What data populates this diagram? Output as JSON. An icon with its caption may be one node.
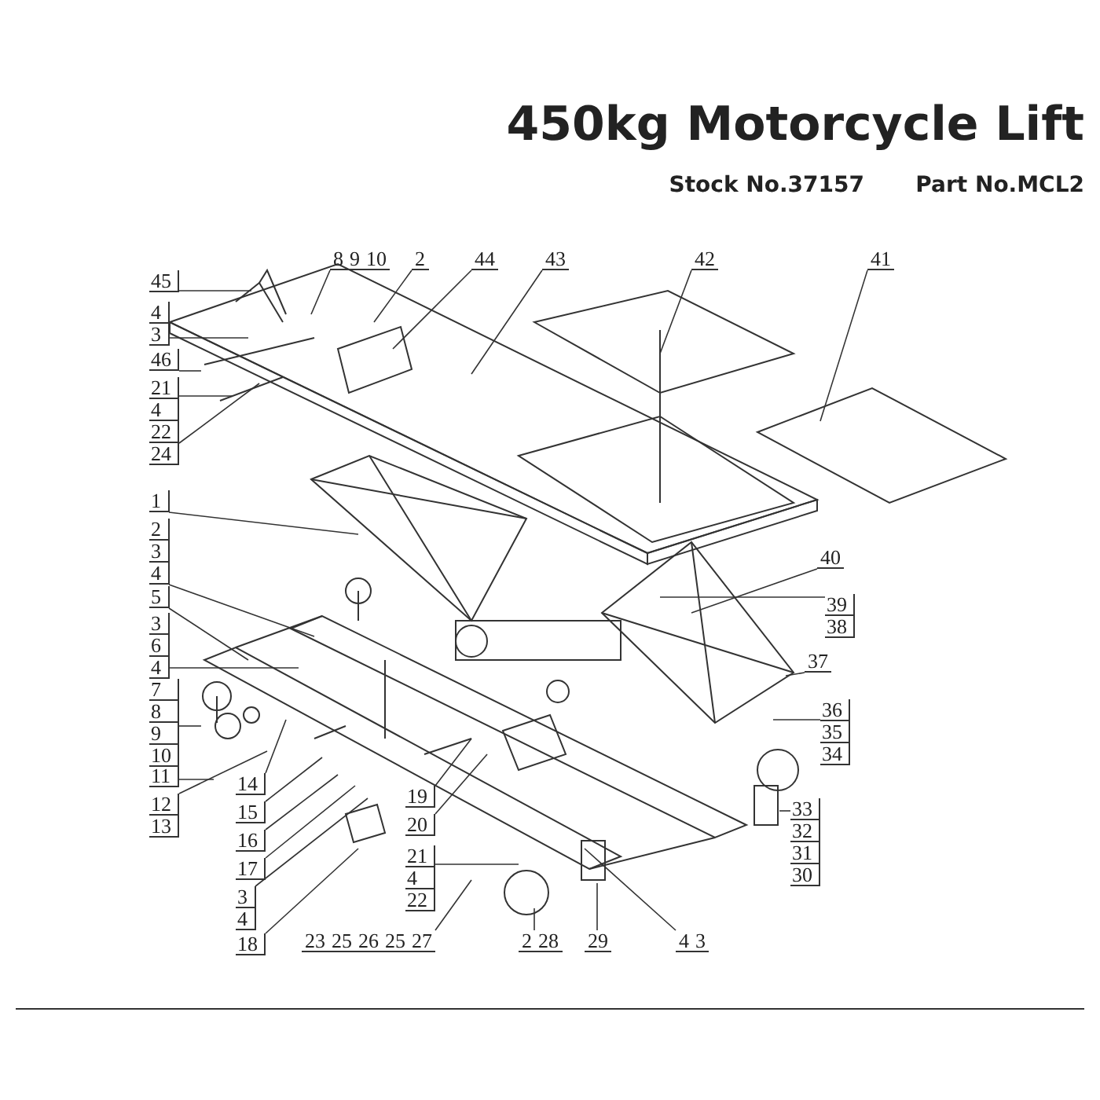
{
  "diagram": {
    "title": "450kg Motorcycle Lift",
    "nodes": [
      {
        "text": [
          "45"
        ]
      },
      {
        "text": [
          "4",
          "3"
        ]
      },
      {
        "text": [
          "46"
        ]
      },
      {
        "text": [
          "21",
          "4",
          "22"
        ]
      },
      {
        "text": [
          "24"
        ]
      },
      {
        "text": [
          "8",
          "9",
          "10"
        ]
      },
      {
        "text": [
          "2"
        ]
      },
      {
        "text": [
          "44"
        ]
      },
      {
        "text": [
          "43"
        ]
      },
      {
        "text": [
          "42"
        ]
      },
      {
        "text": [
          "41"
        ]
      },
      {
        "text": [
          "1"
        ]
      },
      {
        "text": [
          "2",
          "3",
          "4"
        ]
      },
      {
        "text": [
          "5"
        ]
      },
      {
        "text": [
          "3",
          "6",
          "4"
        ]
      },
      {
        "text": [
          "7",
          "8",
          "9",
          "10"
        ]
      },
      {
        "text": [
          "11"
        ]
      },
      {
        "text": [
          "12",
          "13"
        ]
      },
      {
        "text": [
          "14"
        ]
      },
      {
        "text": [
          "15"
        ]
      },
      {
        "text": [
          "16"
        ]
      },
      {
        "text": [
          "17"
        ]
      },
      {
        "text": [
          "3",
          "4"
        ]
      },
      {
        "text": [
          "18"
        ]
      },
      {
        "text": [
          "19"
        ]
      },
      {
        "text": [
          "20"
        ]
      },
      {
        "text": [
          "21",
          "4",
          "22"
        ]
      },
      {
        "text": [
          "23",
          "25",
          "26",
          "25",
          "27"
        ]
      },
      {
        "text": [
          "2",
          "28"
        ]
      },
      {
        "text": [
          "29"
        ]
      },
      {
        "text": [
          "4",
          "3"
        ]
      },
      {
        "text": [
          "33",
          "32",
          "31",
          "30"
        ]
      },
      {
        "text": [
          "36",
          "35",
          "34"
        ]
      },
      {
        "text": [
          "37"
        ]
      },
      {
        "text": [
          "39",
          "38"
        ]
      },
      {
        "text": [
          "40"
        ]
      }
    ],
    "edges": [
      {
        "from": 0,
        "to": null,
        "arrow": "none"
      },
      {
        "from": 1,
        "to": null,
        "arrow": "none"
      },
      {
        "from": 2,
        "to": null,
        "arrow": "none"
      },
      {
        "from": 3,
        "to": null,
        "arrow": "none"
      },
      {
        "from": 4,
        "to": null,
        "arrow": "none"
      },
      {
        "from": 5,
        "to": null,
        "arrow": "none"
      },
      {
        "from": 6,
        "to": null,
        "arrow": "none"
      },
      {
        "from": 7,
        "to": null,
        "arrow": "none"
      },
      {
        "from": 8,
        "to": null,
        "arrow": "none"
      },
      {
        "from": 9,
        "to": null,
        "arrow": "none"
      },
      {
        "from": 10,
        "to": null,
        "arrow": "none"
      },
      {
        "from": 11,
        "to": null,
        "arrow": "none"
      },
      {
        "from": 12,
        "to": null,
        "arrow": "none"
      },
      {
        "from": 13,
        "to": null,
        "arrow": "none"
      },
      {
        "from": 14,
        "to": null,
        "arrow": "none"
      },
      {
        "from": 15,
        "to": null,
        "arrow": "none"
      },
      {
        "from": 16,
        "to": null,
        "arrow": "none"
      },
      {
        "from": 17,
        "to": null,
        "arrow": "none"
      },
      {
        "from": 18,
        "to": null,
        "arrow": "none"
      },
      {
        "from": 19,
        "to": null,
        "arrow": "none"
      },
      {
        "from": 20,
        "to": null,
        "arrow": "none"
      },
      {
        "from": 21,
        "to": null,
        "arrow": "none"
      },
      {
        "from": 22,
        "to": null,
        "arrow": "none"
      },
      {
        "from": 23,
        "to": null,
        "arrow": "none"
      },
      {
        "from": 24,
        "to": null,
        "arrow": "none"
      },
      {
        "from": 25,
        "to": null,
        "arrow": "none"
      },
      {
        "from": 26,
        "to": null,
        "arrow": "none"
      },
      {
        "from": 27,
        "to": null,
        "arrow": "none"
      },
      {
        "from": 28,
        "to": null,
        "arrow": "none"
      },
      {
        "from": 29,
        "to": null,
        "arrow": "none"
      },
      {
        "from": 30,
        "to": null,
        "arrow": "none"
      },
      {
        "from": 31,
        "to": null,
        "arrow": "none"
      },
      {
        "from": 32,
        "to": null,
        "arrow": "none"
      },
      {
        "from": 33,
        "to": null,
        "arrow": "none"
      },
      {
        "from": 34,
        "to": null,
        "arrow": "none"
      },
      {
        "from": 35,
        "to": null,
        "arrow": "none"
      }
    ],
    "labels": [
      "Stock No.37157",
      "Part No.MCL2"
    ]
  }
}
